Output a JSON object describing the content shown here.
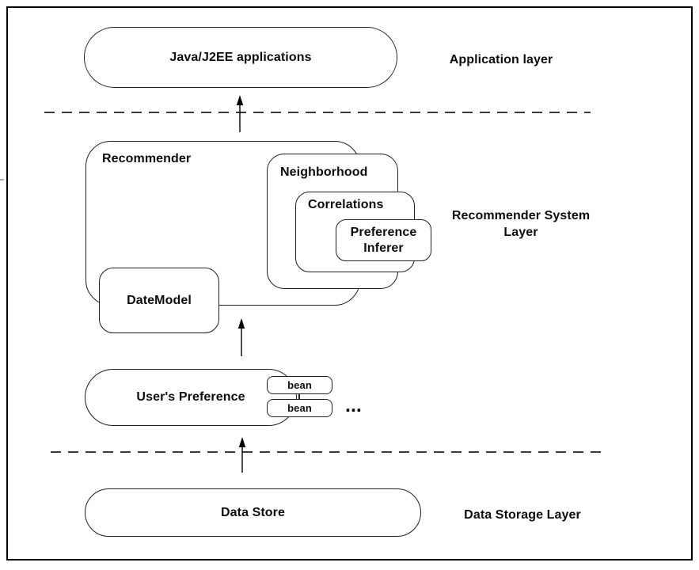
{
  "colors": {
    "line": "#1f1f1f",
    "background": "#ffffff"
  },
  "layers": {
    "application": {
      "box": "Java/J2EE applications",
      "label": "Application layer"
    },
    "recommender_system": {
      "label": "Recommender System Layer",
      "recommender": "Recommender",
      "neighborhood": "Neighborhood",
      "correlations": "Correlations",
      "preference_inferer": "Preference Inferer",
      "datemodel": "DateModel",
      "users_preference": "User's Preference",
      "beans": [
        "bean",
        "bean"
      ],
      "ellipsis": "..."
    },
    "data_storage": {
      "box": "Data Store",
      "label": "Data Storage Layer"
    }
  }
}
